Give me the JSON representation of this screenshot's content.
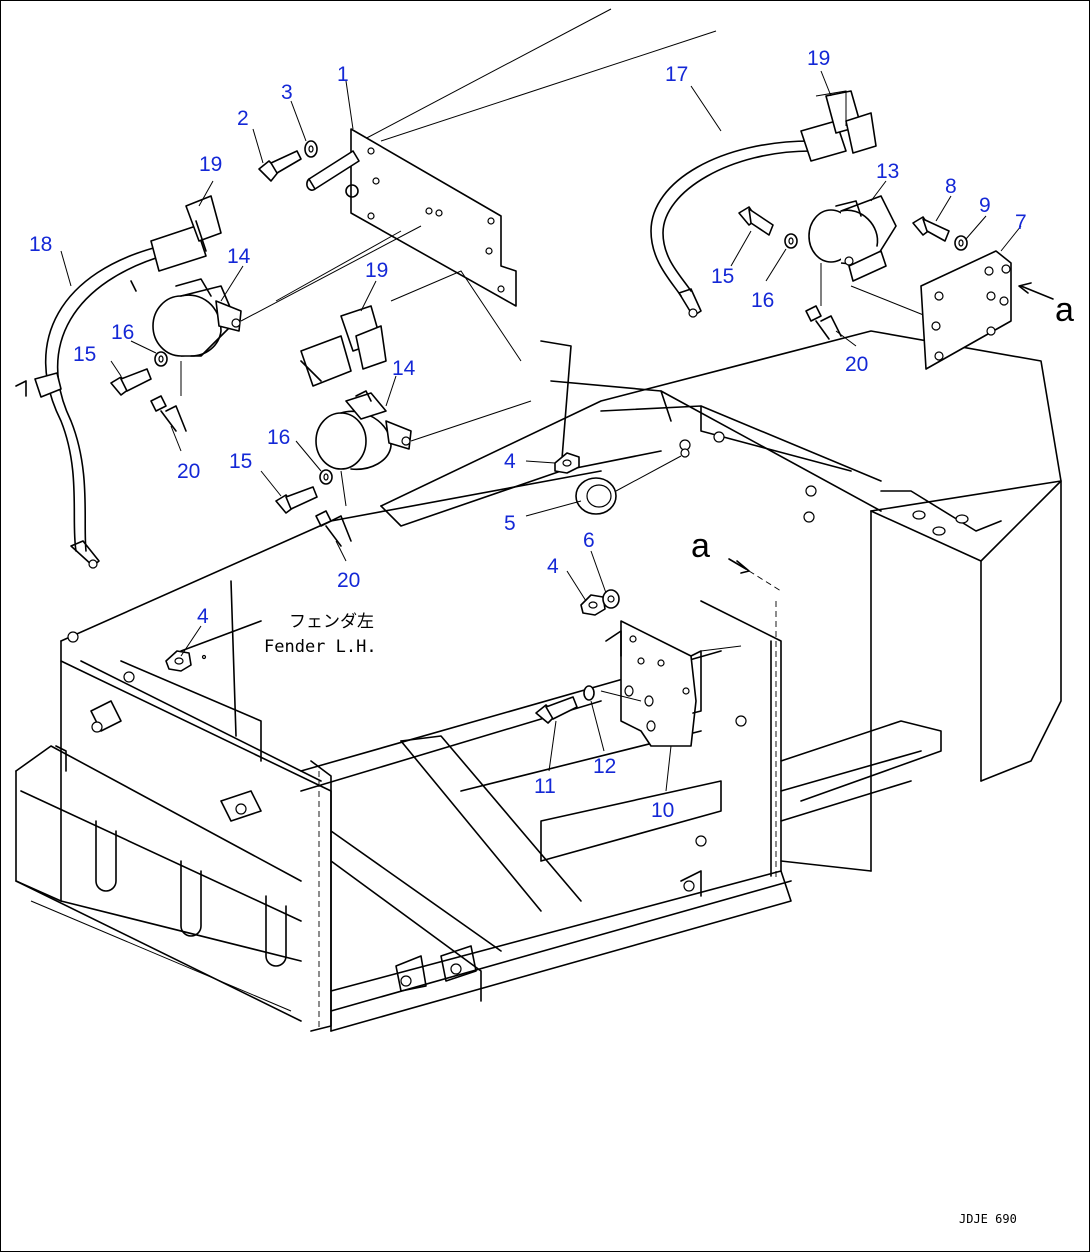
{
  "callouts": [
    {
      "id": "c1",
      "text": "1"
    },
    {
      "id": "c2",
      "text": "2"
    },
    {
      "id": "c3",
      "text": "3"
    },
    {
      "id": "c4a",
      "text": "4"
    },
    {
      "id": "c4b",
      "text": "4"
    },
    {
      "id": "c4c",
      "text": "4"
    },
    {
      "id": "c5",
      "text": "5"
    },
    {
      "id": "c6",
      "text": "6"
    },
    {
      "id": "c7",
      "text": "7"
    },
    {
      "id": "c8",
      "text": "8"
    },
    {
      "id": "c9",
      "text": "9"
    },
    {
      "id": "c10",
      "text": "10"
    },
    {
      "id": "c11",
      "text": "11"
    },
    {
      "id": "c12",
      "text": "12"
    },
    {
      "id": "c13",
      "text": "13"
    },
    {
      "id": "c14a",
      "text": "14"
    },
    {
      "id": "c14b",
      "text": "14"
    },
    {
      "id": "c15a",
      "text": "15"
    },
    {
      "id": "c15b",
      "text": "15"
    },
    {
      "id": "c15c",
      "text": "15"
    },
    {
      "id": "c16a",
      "text": "16"
    },
    {
      "id": "c16b",
      "text": "16"
    },
    {
      "id": "c16c",
      "text": "16"
    },
    {
      "id": "c17",
      "text": "17"
    },
    {
      "id": "c18",
      "text": "18"
    },
    {
      "id": "c19a",
      "text": "19"
    },
    {
      "id": "c19b",
      "text": "19"
    },
    {
      "id": "c19c",
      "text": "19"
    },
    {
      "id": "c20a",
      "text": "20"
    },
    {
      "id": "c20b",
      "text": "20"
    },
    {
      "id": "c20c",
      "text": "20"
    }
  ],
  "view_marker": "a",
  "view_marker_ref": "a",
  "fender_label_jp": "フェンダ左",
  "fender_label_en": "Fender L.H.",
  "drawing_code": "JDJE 690",
  "colors": {
    "callout": "#1428d6",
    "linework": "#000000",
    "background": "#ffffff"
  }
}
